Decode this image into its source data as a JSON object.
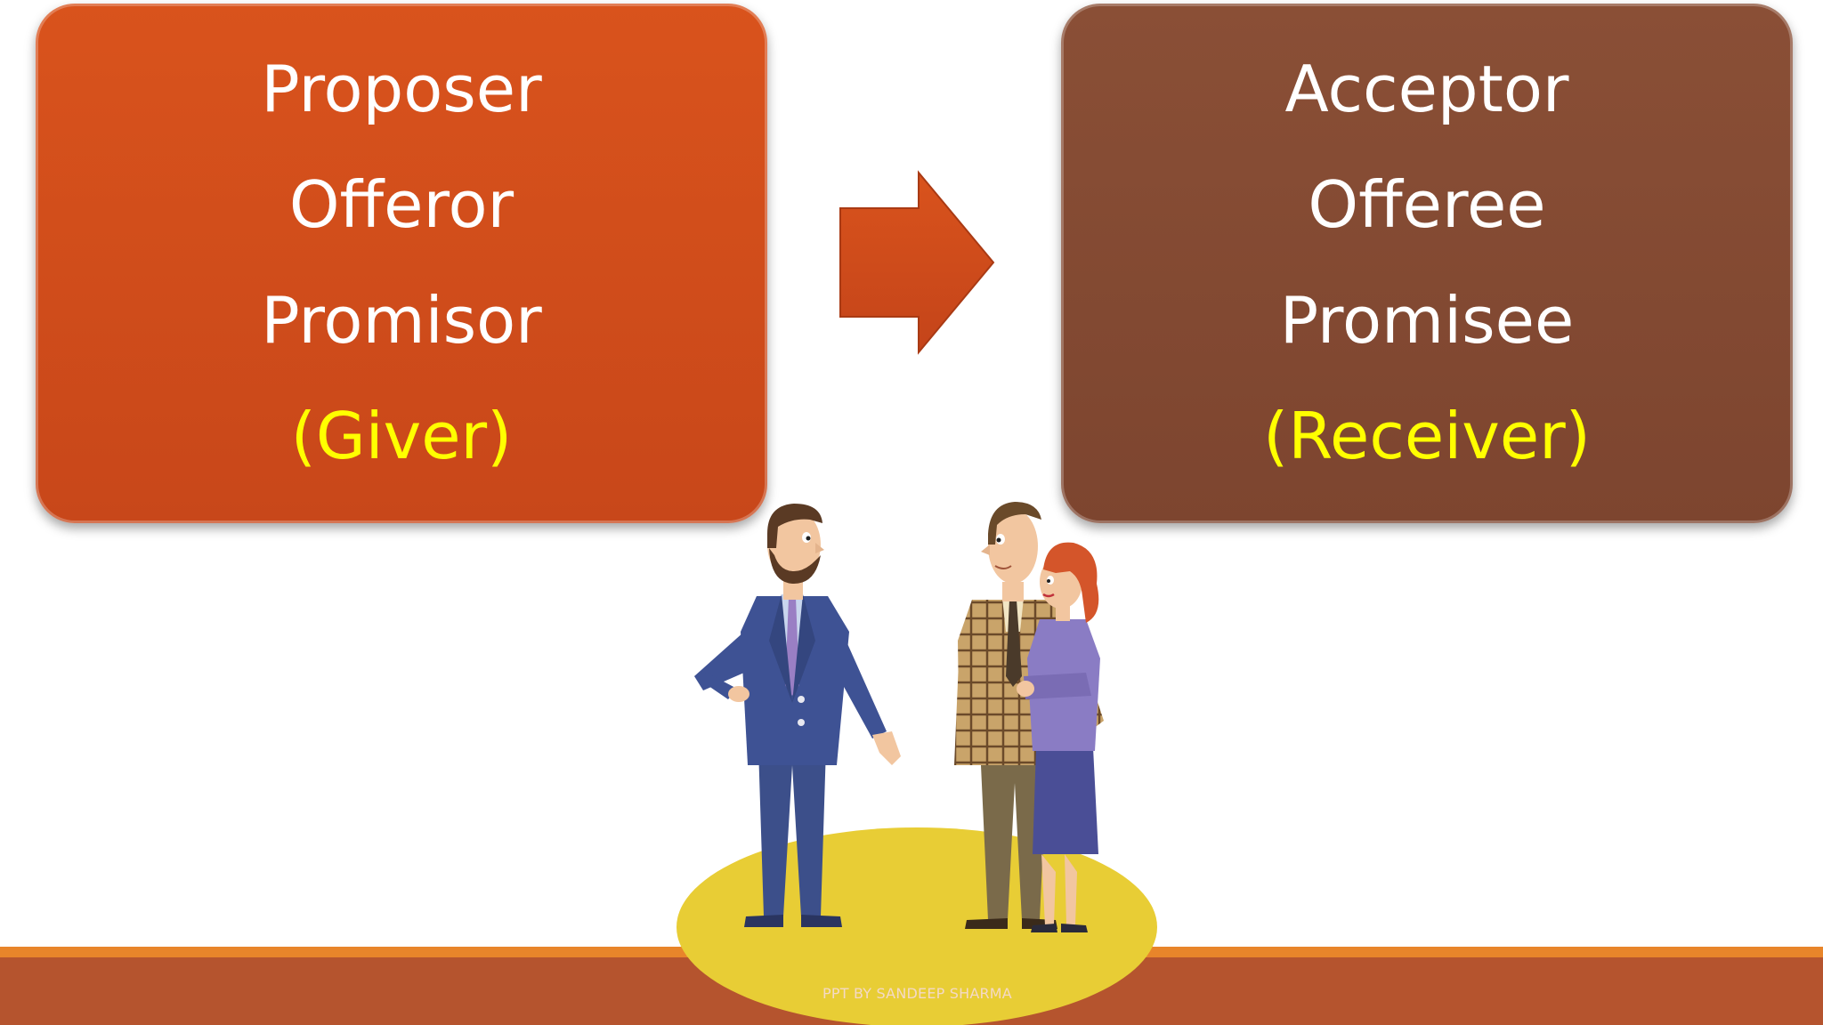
{
  "left_box": {
    "lines": [
      "Proposer",
      "Offeror",
      "Promisor",
      "(Giver)"
    ],
    "bg_color": "#c8471a",
    "highlight_color": "#ffff00"
  },
  "right_box": {
    "lines": [
      "Acceptor",
      "Offeree",
      "Promisee",
      "(Receiver)"
    ],
    "bg_color": "#7d452f",
    "highlight_color": "#ffff00"
  },
  "arrow": {
    "icon": "right-arrow-icon",
    "color": "#cf4a1c"
  },
  "illustration": {
    "icon": "business-people-illustration"
  },
  "footer": {
    "text": "PPT BY SANDEEP SHARMA",
    "bar_color": "#b5542e",
    "accent_color": "#e8852a"
  }
}
